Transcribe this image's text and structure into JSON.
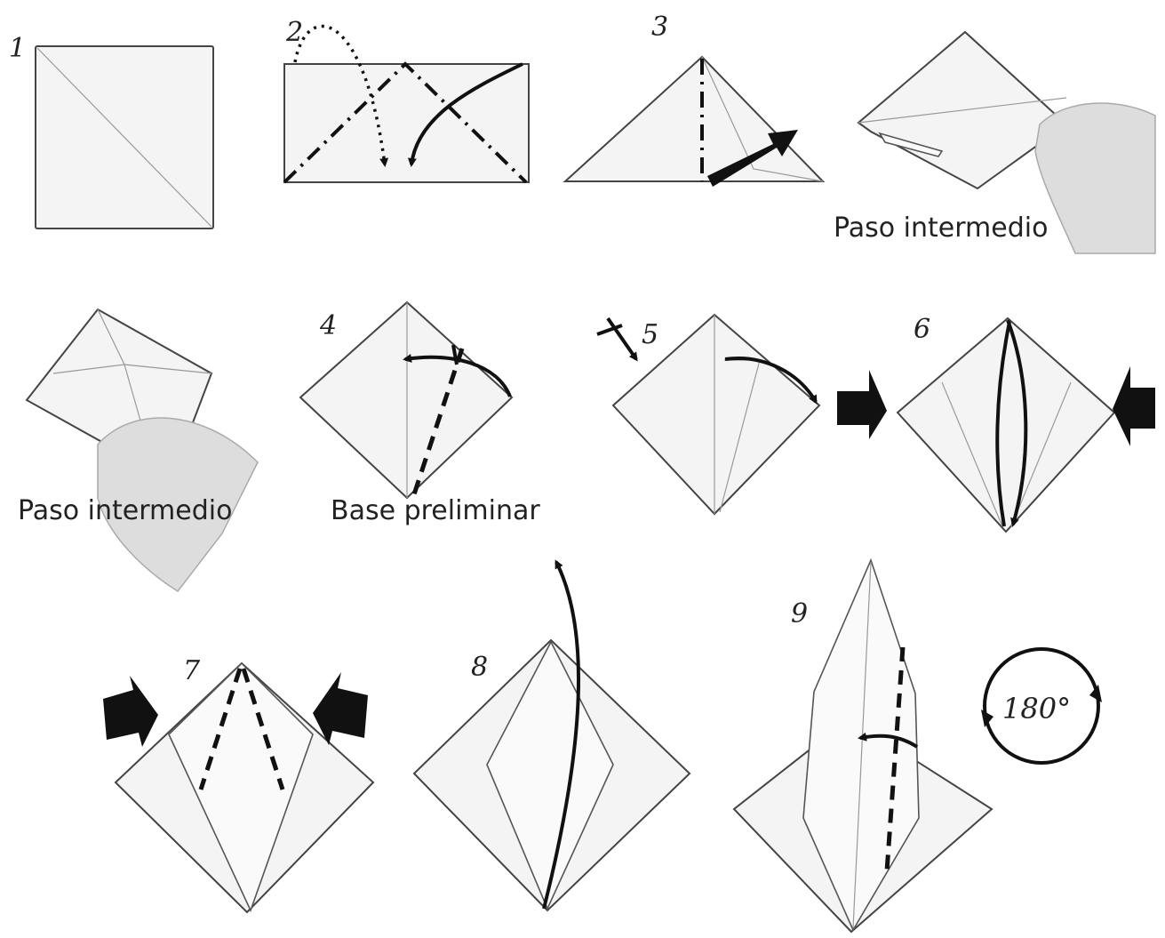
{
  "steps": [
    {
      "number": "1"
    },
    {
      "number": "2"
    },
    {
      "number": "3"
    },
    {
      "number": "4",
      "caption": "Base preliminar"
    },
    {
      "number": "5"
    },
    {
      "number": "6"
    },
    {
      "number": "7"
    },
    {
      "number": "8"
    },
    {
      "number": "9"
    }
  ],
  "intermediate_captions": [
    "Paso intermedio",
    "Paso intermedio"
  ],
  "rotation_label": "180°",
  "icons": [
    "fold-arrow-icon",
    "push-arrow-icon",
    "rotate-icon",
    "x-mark-icon",
    "hand-icon"
  ]
}
